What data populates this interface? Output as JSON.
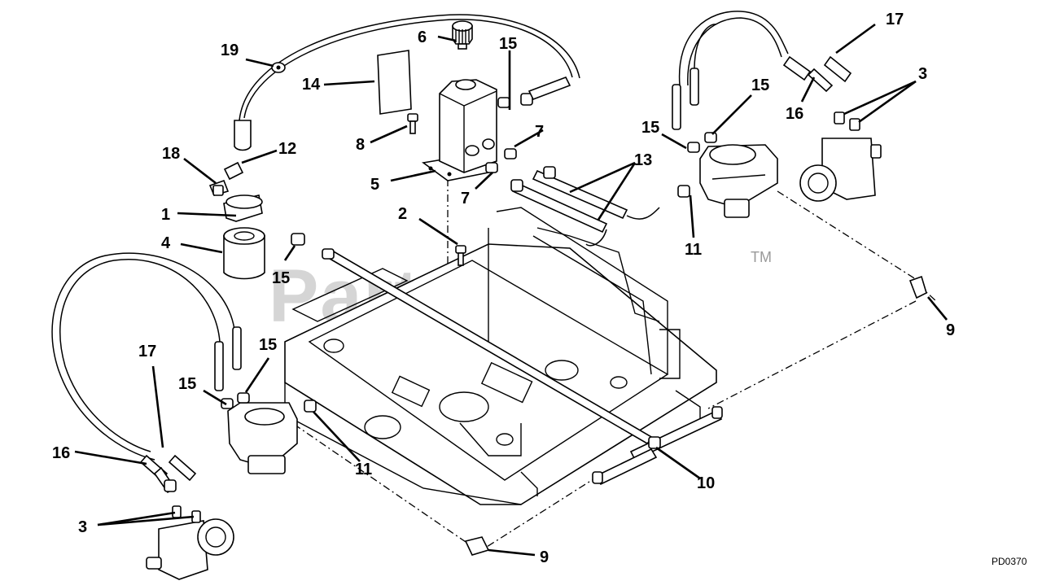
{
  "diagram_code": "PD0370",
  "watermark": {
    "text": "PartsTree",
    "trademark": "TM"
  },
  "callouts": [
    "1",
    "2",
    "3",
    "3",
    "4",
    "5",
    "6",
    "7",
    "7",
    "8",
    "9",
    "9",
    "10",
    "11",
    "11",
    "12",
    "13",
    "14",
    "15",
    "15",
    "15",
    "15",
    "15",
    "15",
    "16",
    "16",
    "17",
    "17",
    "18",
    "19"
  ]
}
